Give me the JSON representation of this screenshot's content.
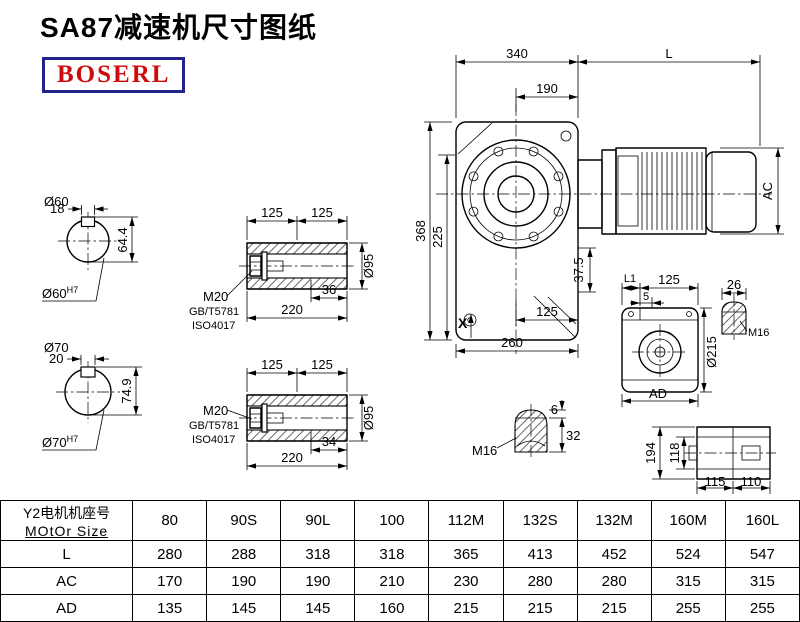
{
  "title": "SA87减速机尺寸图纸",
  "logo": "BOSERL",
  "main_view": {
    "width_340": "340",
    "length_L": "L",
    "dim_190": "190",
    "height_368": "368",
    "dim_225": "225",
    "dim_37_5": "37.5",
    "dim_125": "125",
    "dim_260": "260",
    "mark_X": "X",
    "motor_AC": "AC"
  },
  "shaft60": {
    "dia": "Ø60",
    "key_width": "18",
    "key_height": "64.4",
    "fit": "Ø60",
    "fit_tol": "H7"
  },
  "shaft70": {
    "dia": "Ø70",
    "key_width": "20",
    "key_height": "74.9",
    "fit": "Ø70",
    "fit_tol": "H7"
  },
  "hollow_top": {
    "dim_125a": "125",
    "dim_125b": "125",
    "bolt": "M20",
    "std1": "GB/T5781",
    "std2": "ISO4017",
    "dim_36": "36",
    "dim_220": "220",
    "bore": "Ø95"
  },
  "hollow_bottom": {
    "dim_125a": "125",
    "dim_125b": "125",
    "bolt": "M20",
    "std1": "GB/T5781",
    "std2": "ISO4017",
    "dim_34": "34",
    "dim_220": "220",
    "bore": "Ø95"
  },
  "side_view": {
    "dim_L1": "L1",
    "dim_125": "125",
    "dim_5": "5",
    "dim_26": "26",
    "thread": "M16",
    "dia_215": "Ø215",
    "dim_AD": "AD"
  },
  "shaft_end": {
    "dim_6": "6",
    "dim_32": "32",
    "thread": "M16"
  },
  "rear_view": {
    "dim_194": "194",
    "dim_118": "118",
    "dim_115": "115",
    "dim_110": "110"
  },
  "table": {
    "header_cn": "Y2电机机座号",
    "header_en": "MOtOr Size",
    "sizes": [
      "80",
      "90S",
      "90L",
      "100",
      "112M",
      "132S",
      "132M",
      "160M",
      "160L"
    ],
    "rows": [
      {
        "label": "L",
        "values": [
          "280",
          "288",
          "318",
          "318",
          "365",
          "413",
          "452",
          "524",
          "547"
        ]
      },
      {
        "label": "AC",
        "values": [
          "170",
          "190",
          "190",
          "210",
          "230",
          "280",
          "280",
          "315",
          "315"
        ]
      },
      {
        "label": "AD",
        "values": [
          "135",
          "145",
          "145",
          "160",
          "215",
          "215",
          "215",
          "255",
          "255"
        ]
      }
    ]
  }
}
